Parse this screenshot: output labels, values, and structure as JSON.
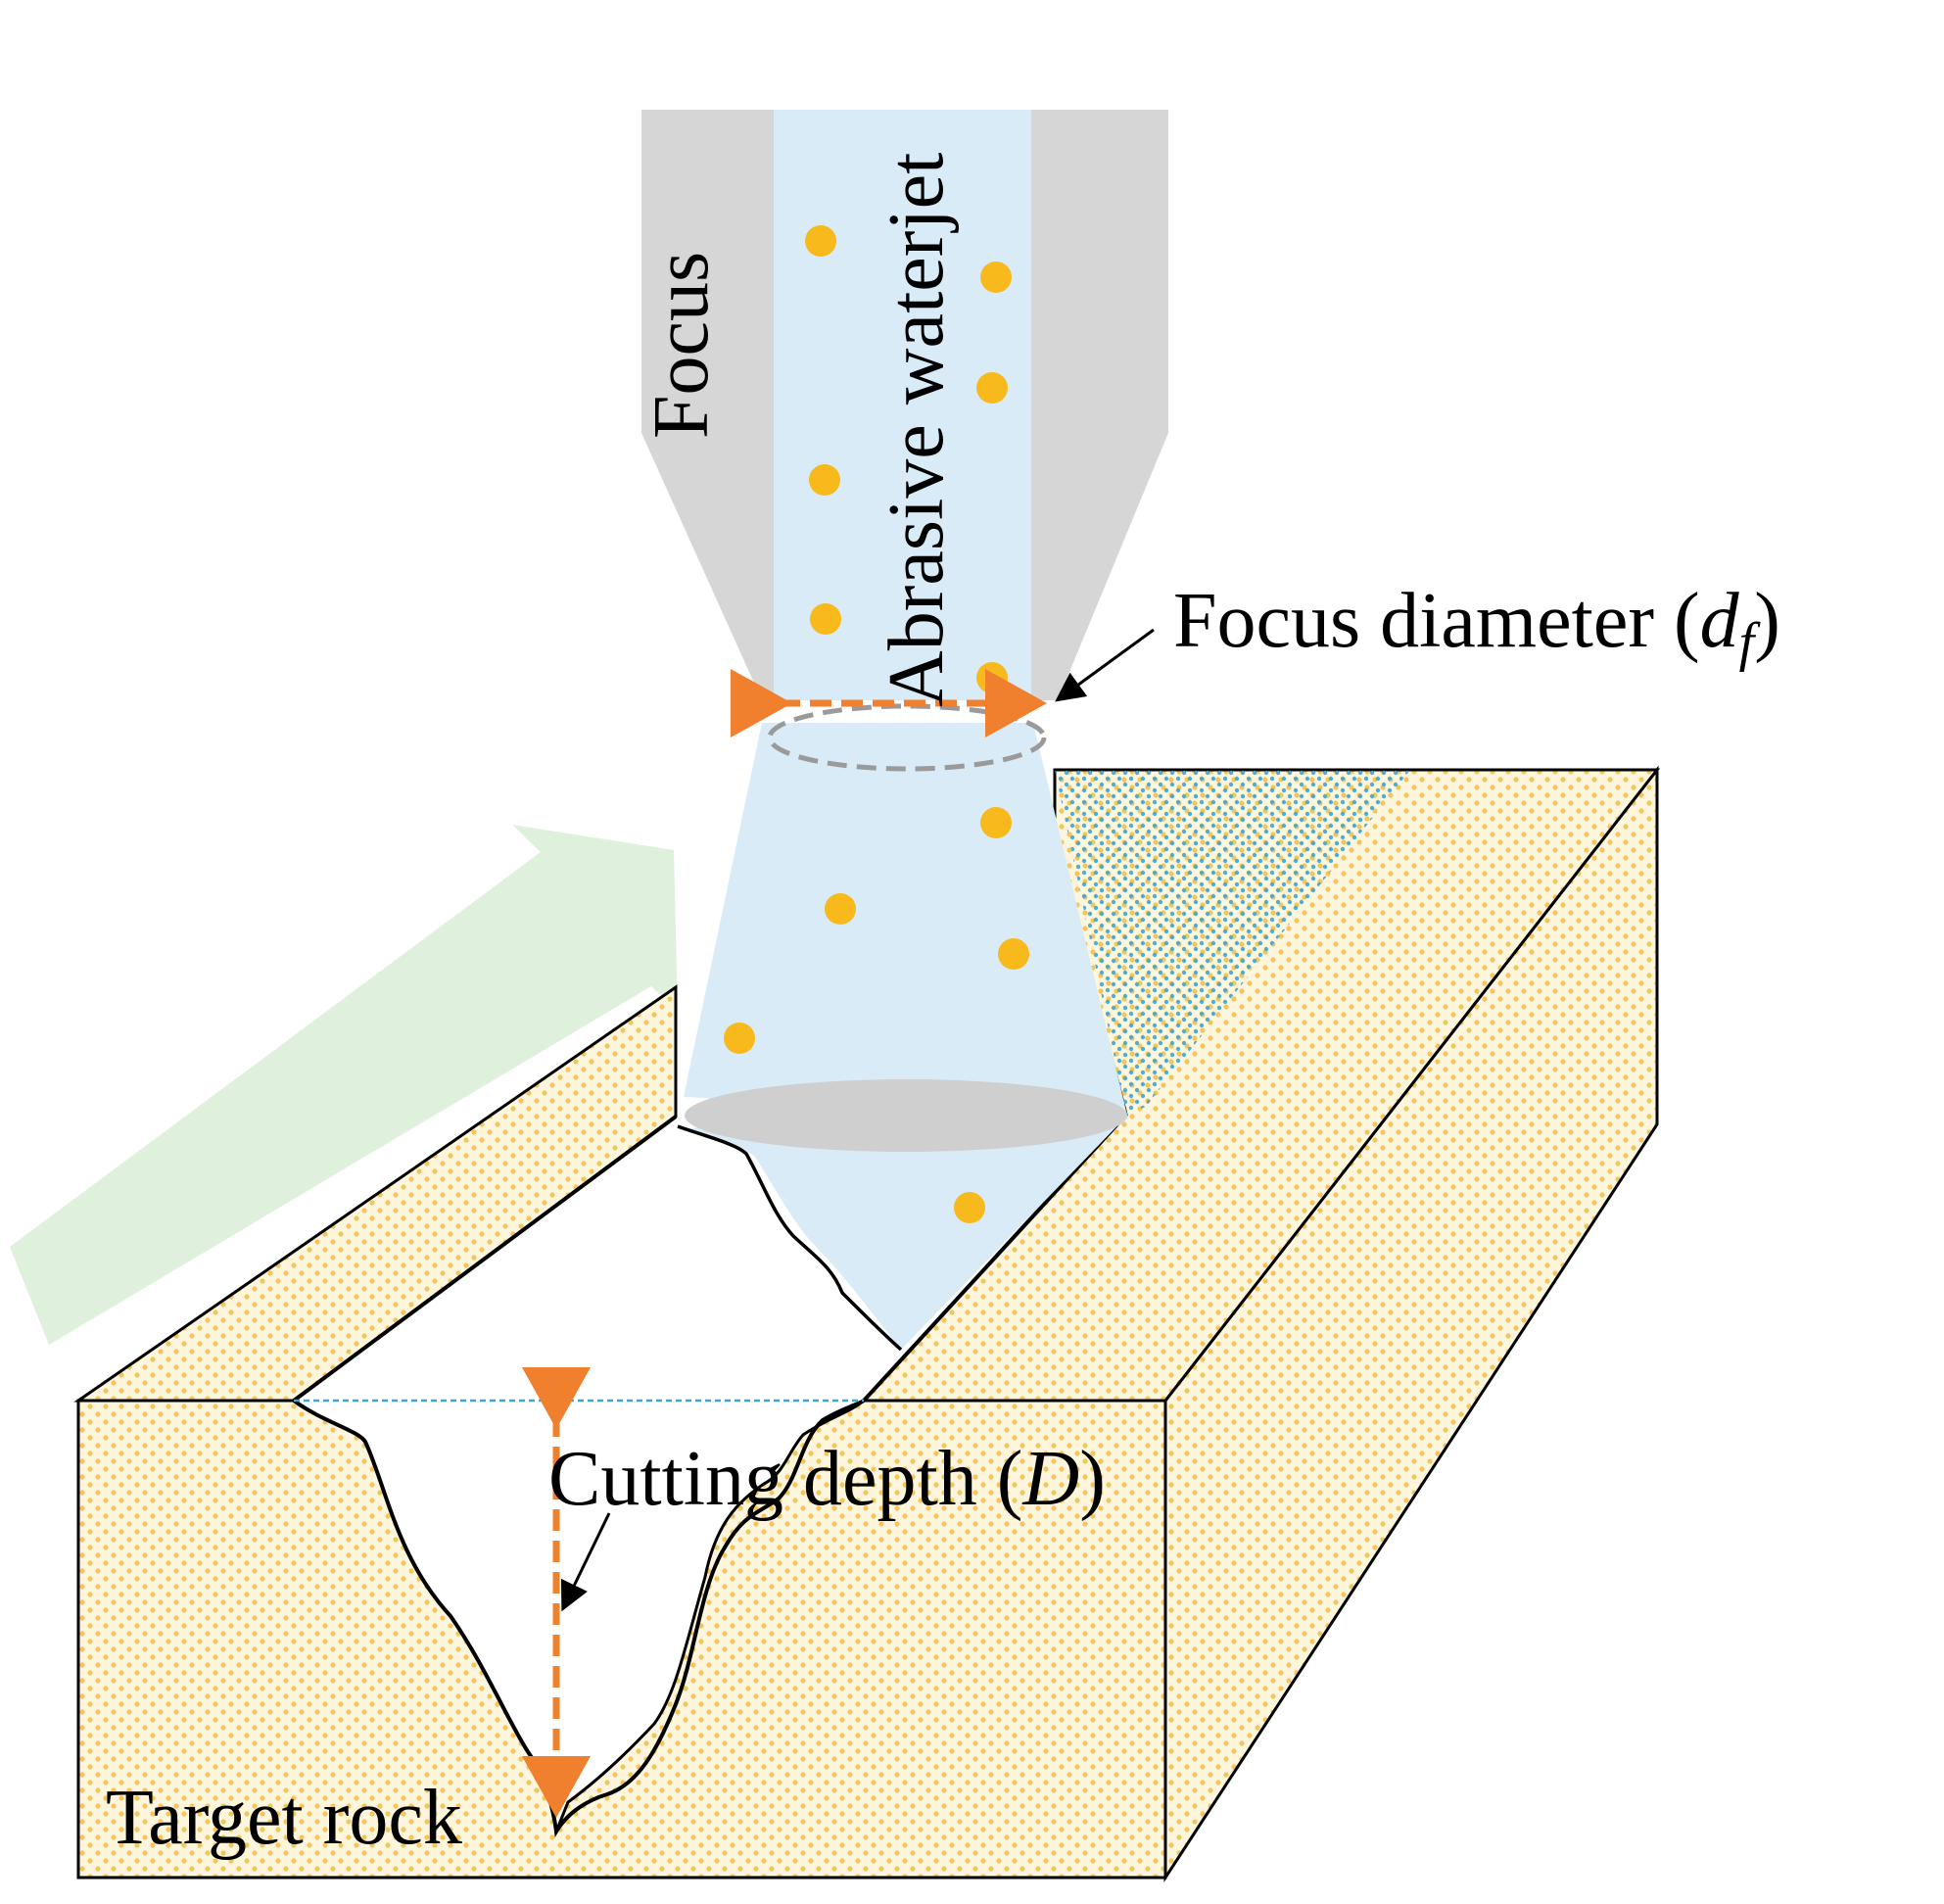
{
  "labels": {
    "focus": "Focus",
    "jet": "Abrasive waterjet",
    "focus_diameter_prefix": "Focus diameter (",
    "focus_diameter_symbol": "d",
    "focus_diameter_subscript": "f",
    "focus_diameter_suffix": ")",
    "cutting_depth_prefix": "Cutting depth (",
    "cutting_depth_symbol": "D",
    "cutting_depth_suffix": ")",
    "target_rock": "Target rock"
  },
  "colors": {
    "nozzle": "#d6d6d6",
    "jet": "#d8ebf7",
    "particle": "#f7b91c",
    "rock_fill": "#fdf6dc",
    "rock_dots": "#f3c55a",
    "wet_dots": "#3aa6d8",
    "dimension_arrow": "#f07f2e",
    "direction_arrow": "#dff0dc",
    "impact_ellipse": "#cfcfcf",
    "outline": "#000000"
  }
}
